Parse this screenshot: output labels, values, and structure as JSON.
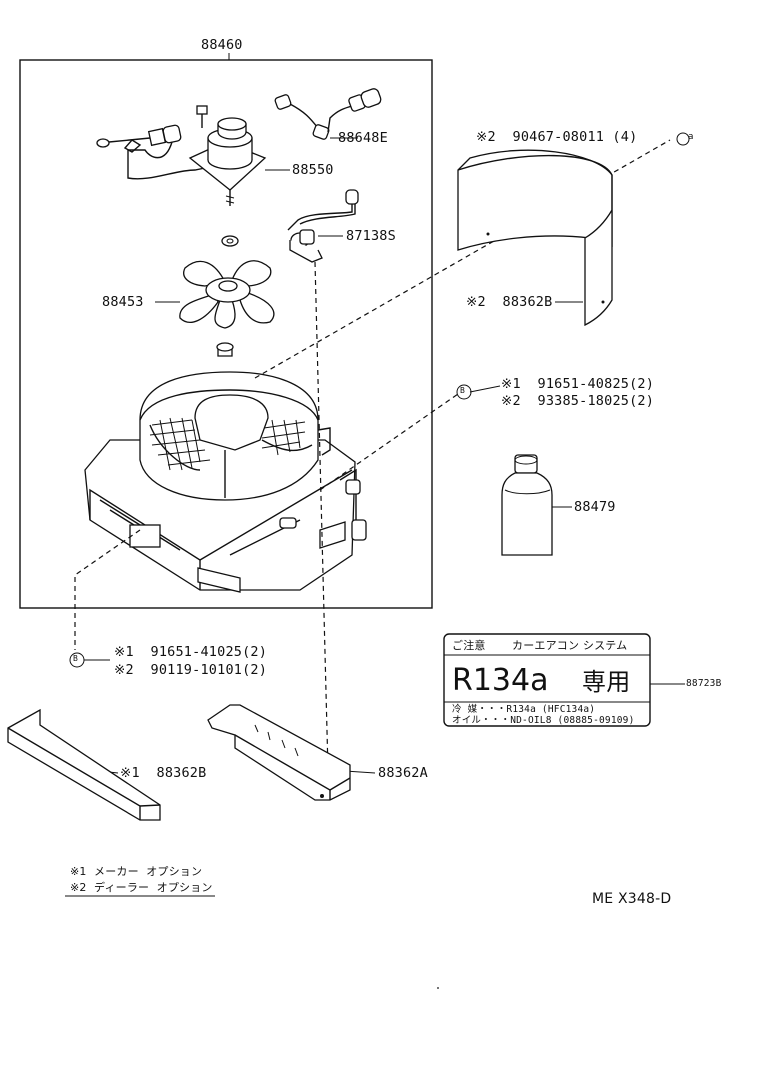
{
  "assembly": {
    "part_number": "88460"
  },
  "callouts": [
    {
      "id": "c-88648e",
      "text": "88648E"
    },
    {
      "id": "c-88550",
      "text": "88550"
    },
    {
      "id": "c-87138s",
      "text": "87138S"
    },
    {
      "id": "c-88453",
      "text": "88453"
    },
    {
      "id": "c-90467",
      "text": "※2  90467-08011 (4)"
    },
    {
      "id": "c-88362b-top",
      "text": "※2  88362B"
    },
    {
      "id": "c-b-top-1",
      "text": "※1  91651-40825(2)"
    },
    {
      "id": "c-b-top-2",
      "text": "※2  93385-18025(2)"
    },
    {
      "id": "c-88479",
      "text": "88479"
    },
    {
      "id": "c-b-bot-1",
      "text": "※1  91651-41025(2)"
    },
    {
      "id": "c-b-bot-2",
      "text": "※2  90119-10101(2)"
    },
    {
      "id": "c-88723b",
      "text": "88723B"
    },
    {
      "id": "c-88362b-bot",
      "text": "※1  88362B"
    },
    {
      "id": "c-88362a",
      "text": "88362A"
    }
  ],
  "markers": {
    "a": "a",
    "b": "B"
  },
  "label_plate": {
    "caution": "ご注意",
    "system": "カーエアコン システム",
    "refrigerant": "R134a",
    "dedicated": "専用",
    "line1": "冷 媒・・・R134a (HFC134a)",
    "line2": "オイル・・・ND-OIL8 (08885-09109)"
  },
  "legend": {
    "line1": "※1  メーカー  オプション",
    "line2": "※2  ディーラー  オプション"
  },
  "diagram_code": "ME X348-D"
}
